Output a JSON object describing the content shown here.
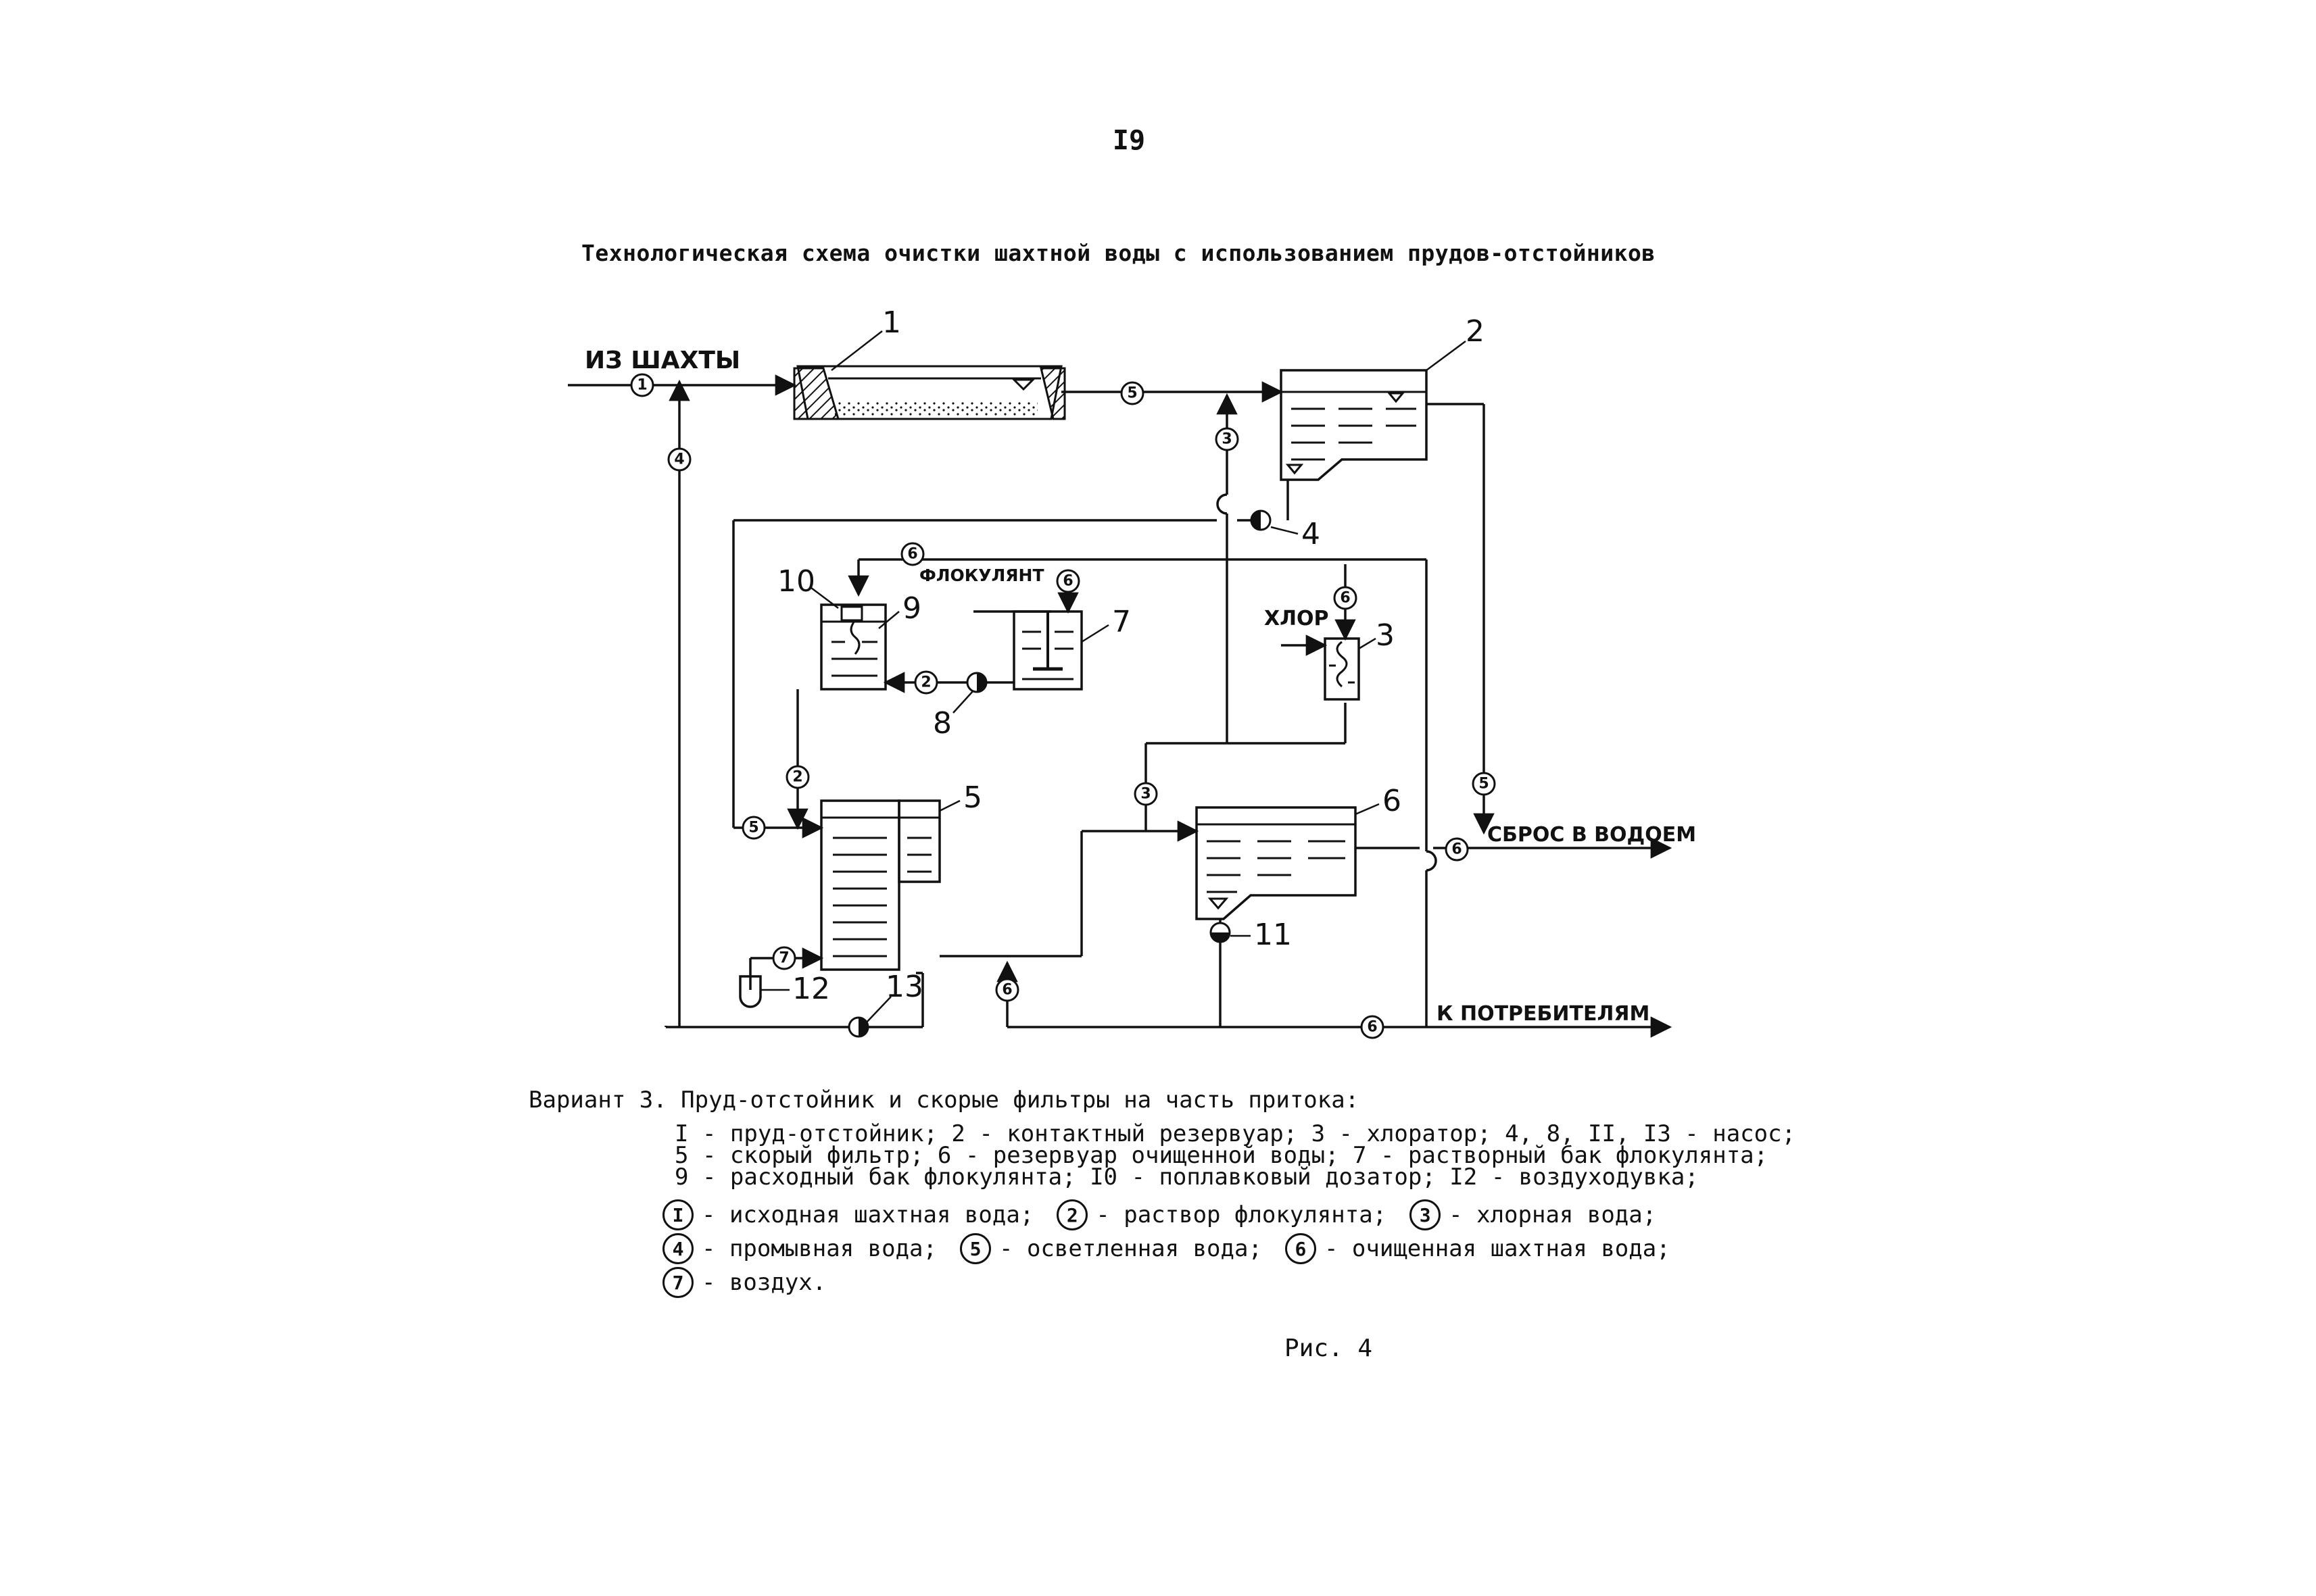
{
  "page_number": "I9",
  "title": "Технологическая схема очистки шахтной воды с использованием прудов-отстойников",
  "diagram": {
    "label_from_mine": "ИЗ ШАХТЫ",
    "label_flocculant": "ФЛОКУЛЯНТ",
    "label_chlorine": "ХЛОР",
    "label_discharge": "СБРОС В ВОДОЕМ",
    "label_consumers": "К ПОТРЕБИТЕЛЯМ",
    "equipment_numbers": [
      "1",
      "2",
      "3",
      "4",
      "5",
      "6",
      "7",
      "8",
      "9",
      "10",
      "11",
      "12",
      "13"
    ],
    "stream_markers": [
      "1",
      "2",
      "3",
      "4",
      "5",
      "6",
      "7"
    ]
  },
  "caption": {
    "variant": "Вариант 3. Пруд-отстойник и скорые фильтры на часть притока:",
    "lines": [
      "I - пруд-отстойник; 2 - контактный резервуар; 3 - хлоратор; 4, 8, II, I3 - насос;",
      "5 - скорый фильтр; 6 - резервуар очищенной воды; 7 - растворный бак флокулянта;",
      "9 - расходный бак флокулянта; I0 - поплавковый дозатор; I2 - воздуходувка;"
    ],
    "legend": [
      {
        "mark": "I",
        "text": "- исходная шахтная вода;"
      },
      {
        "mark": "2",
        "text": "- раствор флокулянта;"
      },
      {
        "mark": "3",
        "text": "- хлорная вода;"
      },
      {
        "mark": "4",
        "text": "- промывная вода;"
      },
      {
        "mark": "5",
        "text": "- осветленная вода;"
      },
      {
        "mark": "6",
        "text": "- очищенная шахтная вода;"
      },
      {
        "mark": "7",
        "text": "- воздух."
      }
    ]
  },
  "figure_label": "Рис. 4"
}
